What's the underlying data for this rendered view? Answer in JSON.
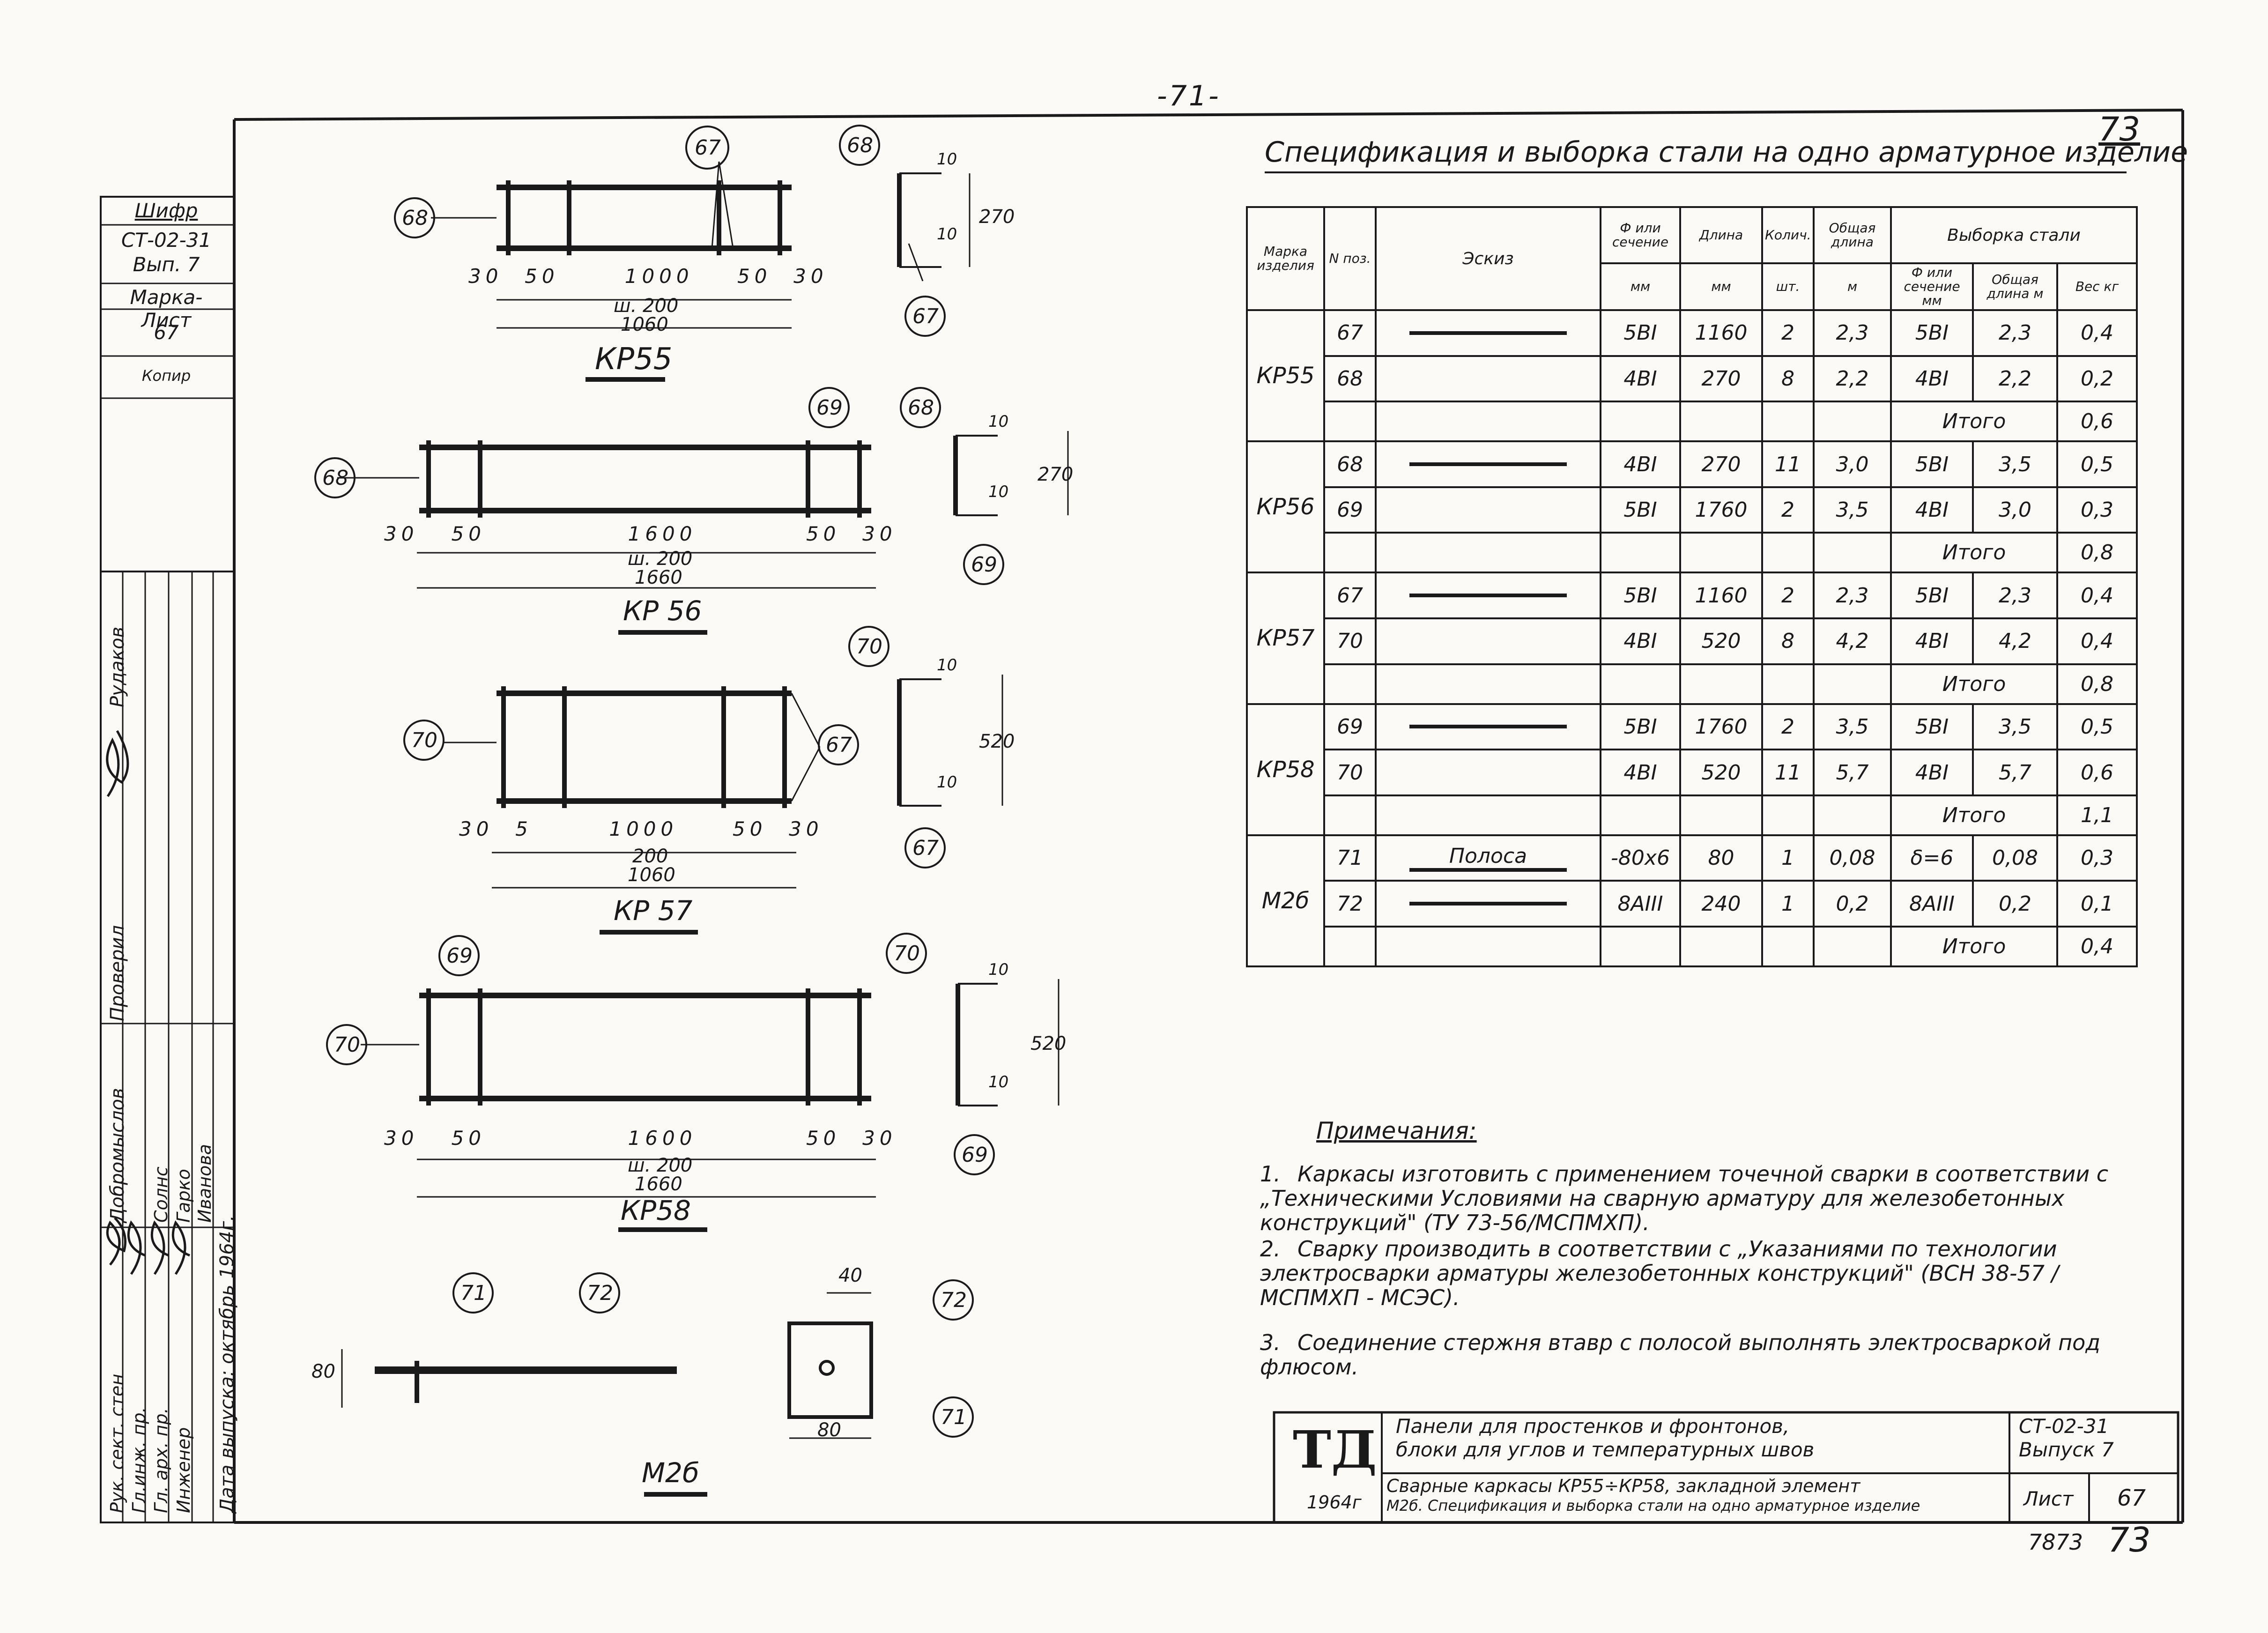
{
  "header": {
    "page_number": "-71-",
    "sheet_corner": "73"
  },
  "stamp": {
    "cipher_label": "Шифр",
    "cipher_value": "СТ-02-31",
    "issue": "Вып. 7",
    "mark_sheet_label": "Марка-Лист",
    "mark_sheet_value": "67",
    "copied": "Копир",
    "roles": [
      "Рук. сект. стен",
      "Гл.инж. пр.",
      "Гл. арх. пр.",
      "Инженер"
    ],
    "names_top": [
      "Рудаков",
      "Проверил",
      "Добромыслов"
    ],
    "people": [
      "Солнс",
      "Гарко",
      "Иванова"
    ],
    "date_label": "Дата выпуска: октябрь 1964г."
  },
  "drawings": {
    "kp55": {
      "label": "КР55",
      "dims": [
        "30",
        "50",
        "1000",
        "50",
        "30"
      ],
      "w": "ш. 200",
      "total": "1060",
      "callouts": [
        "67",
        "68",
        "68",
        "67"
      ],
      "section_dims": [
        "10",
        "10",
        "270"
      ]
    },
    "kp56": {
      "label": "КР 56",
      "dims": [
        "30",
        "50",
        "1600",
        "50",
        "30"
      ],
      "w": "ш. 200",
      "total": "1660",
      "callouts": [
        "69",
        "68",
        "68",
        "69"
      ],
      "section_dims": [
        "10",
        "10",
        "270"
      ]
    },
    "kp57": {
      "label": "КР 57",
      "dims": [
        "30",
        "5",
        "1000",
        "50",
        "30"
      ],
      "w": "200",
      "total": "1060",
      "callouts": [
        "70",
        "67",
        "70",
        "67"
      ],
      "section_dims": [
        "10",
        "10",
        "520"
      ]
    },
    "kp58": {
      "label": "КР58",
      "dims": [
        "30",
        "50",
        "1600",
        "50",
        "30"
      ],
      "w": "ш. 200",
      "total": "1660",
      "callouts": [
        "69",
        "70",
        "70",
        "69"
      ],
      "section_dims": [
        "10",
        "10",
        "520"
      ]
    },
    "m26": {
      "label": "М2б",
      "height": "80",
      "plate_dims": [
        "40",
        "80"
      ],
      "callouts": [
        "71",
        "72",
        "72",
        "71"
      ]
    }
  },
  "spec": {
    "title": "Спецификация   и выборка стали на одно арматурное изделие",
    "headers": {
      "mark": "Марка изделия",
      "pos": "N поз.",
      "sketch": "Эскиз",
      "diam": "Ф или сечение",
      "diam_unit": "мм",
      "length": "Длина",
      "length_unit": "мм",
      "qty": "Колич.",
      "qty_unit": "шт.",
      "total": "Общая длина",
      "total_unit": "м",
      "selection": "Выборка стали",
      "sel_diam": "Ф или сечение мм",
      "sel_len": "Общая длина м",
      "sel_weight": "Вес кг"
    },
    "groups": [
      {
        "mark": "КР55",
        "rows": [
          {
            "pos": "67",
            "sketch": "",
            "diam": "5ВI",
            "length": "1160",
            "qty": "2",
            "total": "2,3",
            "s_diam": "5ВI",
            "s_len": "2,3",
            "s_w": "0,4"
          },
          {
            "pos": "68",
            "sketch": "",
            "diam": "4ВI",
            "length": "270",
            "qty": "8",
            "total": "2,2",
            "s_diam": "4ВI",
            "s_len": "2,2",
            "s_w": "0,2"
          }
        ],
        "subtotal_label": "Итого",
        "subtotal": "0,6"
      },
      {
        "mark": "КР56",
        "rows": [
          {
            "pos": "68",
            "sketch": "",
            "diam": "4ВI",
            "length": "270",
            "qty": "11",
            "total": "3,0",
            "s_diam": "5ВI",
            "s_len": "3,5",
            "s_w": "0,5"
          },
          {
            "pos": "69",
            "sketch": "",
            "diam": "5ВI",
            "length": "1760",
            "qty": "2",
            "total": "3,5",
            "s_diam": "4ВI",
            "s_len": "3,0",
            "s_w": "0,3"
          }
        ],
        "subtotal_label": "Итого",
        "subtotal": "0,8"
      },
      {
        "mark": "КР57",
        "rows": [
          {
            "pos": "67",
            "sketch": "",
            "diam": "5ВI",
            "length": "1160",
            "qty": "2",
            "total": "2,3",
            "s_diam": "5ВI",
            "s_len": "2,3",
            "s_w": "0,4"
          },
          {
            "pos": "70",
            "sketch": "",
            "diam": "4ВI",
            "length": "520",
            "qty": "8",
            "total": "4,2",
            "s_diam": "4ВI",
            "s_len": "4,2",
            "s_w": "0,4"
          }
        ],
        "subtotal_label": "Итого",
        "subtotal": "0,8"
      },
      {
        "mark": "КР58",
        "rows": [
          {
            "pos": "69",
            "sketch": "",
            "diam": "5ВI",
            "length": "1760",
            "qty": "2",
            "total": "3,5",
            "s_diam": "5ВI",
            "s_len": "3,5",
            "s_w": "0,5"
          },
          {
            "pos": "70",
            "sketch": "",
            "diam": "4ВI",
            "length": "520",
            "qty": "11",
            "total": "5,7",
            "s_diam": "4ВI",
            "s_len": "5,7",
            "s_w": "0,6"
          }
        ],
        "subtotal_label": "Итого",
        "subtotal": "1,1"
      },
      {
        "mark": "М2б",
        "rows": [
          {
            "pos": "71",
            "sketch": "Полоса",
            "diam": "-80х6",
            "length": "80",
            "qty": "1",
            "total": "0,08",
            "s_diam": "δ=6",
            "s_len": "0,08",
            "s_w": "0,3"
          },
          {
            "pos": "72",
            "sketch": "",
            "diam": "8AIII",
            "length": "240",
            "qty": "1",
            "total": "0,2",
            "s_diam": "8AIII",
            "s_len": "0,2",
            "s_w": "0,1"
          }
        ],
        "subtotal_label": "Итого",
        "subtotal": "0,4"
      }
    ]
  },
  "notes": {
    "title": "Примечания:",
    "items": [
      {
        "n": "1.",
        "text": "Каркасы изготовить с применением точечной сварки в соответствии с „Техническими Условиями на сварную арматуру для железобетонных конструкций\" (ТУ 73-56/МСПМХП)."
      },
      {
        "n": "2.",
        "text": "Сварку производить в соответствии с „Указаниями по технологии электросварки арматуры железобетонных конструкций\" (ВСН 38-57 / МСПМХП - МСЭС)."
      },
      {
        "n": "3.",
        "text": "Соединение стержня втавр с полосой выполнять электросваркой под флюсом."
      }
    ]
  },
  "title_block": {
    "logo": "ТД",
    "year": "1964г",
    "title_line1": "Панели для простенков и фронтонов,",
    "title_line2": "блоки для углов и температурных швов",
    "code": "СТ-02-31",
    "issue": "Выпуск 7",
    "subtitle_line1": "Сварные каркасы КР55÷КР58, закладной элемент",
    "subtitle_line2": "М2б. Спецификация и выборка стали на одно арматурное изделие",
    "sheet_label": "Лист",
    "sheet_value": "67",
    "footer_code": "7873",
    "footer_page": "73"
  }
}
